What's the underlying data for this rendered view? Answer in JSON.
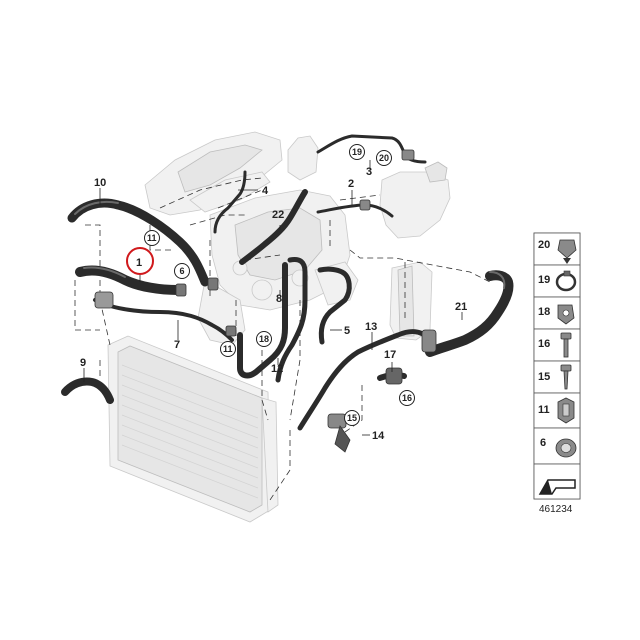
{
  "callouts": {
    "c1": "1",
    "c2": "2",
    "c3": "3",
    "c4": "4",
    "c5": "5",
    "c6": "6",
    "c7": "7",
    "c8": "8",
    "c9": "9",
    "c10": "10",
    "c11a": "11",
    "c11b": "11",
    "c12": "12",
    "c13": "13",
    "c14": "14",
    "c15": "15",
    "c16": "16",
    "c17": "17",
    "c18": "18",
    "c19": "19",
    "c20": "20",
    "c21": "21",
    "c22": "22"
  },
  "highlight_color": "#d0191c",
  "parts_panel": {
    "items": [
      {
        "label": "20",
        "icon": "clip-icon"
      },
      {
        "label": "19",
        "icon": "hose-clamp-icon"
      },
      {
        "label": "18",
        "icon": "bracket-clip-icon"
      },
      {
        "label": "16",
        "icon": "bolt-icon"
      },
      {
        "label": "15",
        "icon": "screw-icon"
      },
      {
        "label": "11",
        "icon": "clamp-icon"
      },
      {
        "label": "6",
        "icon": "connector-icon"
      }
    ],
    "footer_icon": "direction-arrow-icon"
  },
  "diagram_number": "461234"
}
